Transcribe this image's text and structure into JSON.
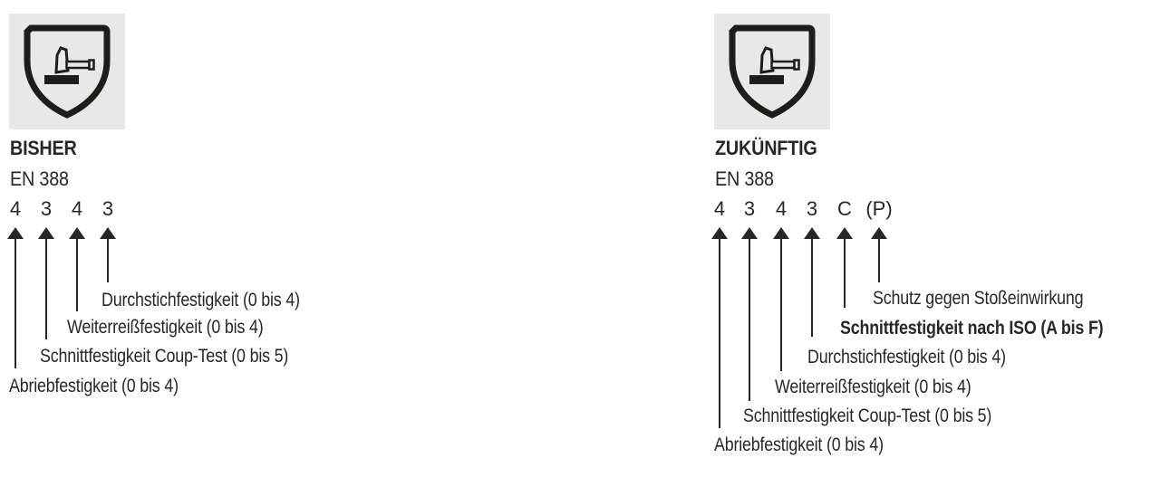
{
  "colors": {
    "page_background": "#ffffff",
    "pictogram_background": "#e8e8e8",
    "ink": "#272725"
  },
  "panels": [
    {
      "title": "BISHER",
      "standard": "EN 388",
      "pictogram": "shield-with-hammer",
      "codes": [
        "4",
        "3",
        "4",
        "3"
      ],
      "labels": [
        {
          "text": "Durchstichfestigkeit (0 bis 4)",
          "bold": false
        },
        {
          "text": "Weiterreißfestigkeit (0 bis 4)",
          "bold": false
        },
        {
          "text": "Schnittfestigkeit Coup-Test (0 bis 5)",
          "bold": false
        },
        {
          "text": "Abriebfestigkeit (0 bis 4)",
          "bold": false
        }
      ]
    },
    {
      "title": "ZUKÜNFTIG",
      "standard": "EN 388",
      "pictogram": "shield-with-hammer",
      "codes": [
        "4",
        "3",
        "4",
        "3",
        "C",
        "(P)"
      ],
      "labels": [
        {
          "text": "Schutz gegen Stoßeinwirkung",
          "bold": false
        },
        {
          "text": "Schnittfestigkeit nach ISO (A bis F)",
          "bold": true
        },
        {
          "text": "Durchstichfestigkeit (0 bis 4)",
          "bold": false
        },
        {
          "text": "Weiterreißfestigkeit (0 bis 4)",
          "bold": false
        },
        {
          "text": "Schnittfestigkeit Coup-Test (0 bis 5)",
          "bold": false
        },
        {
          "text": "Abriebfestigkeit (0 bis 4)",
          "bold": false
        }
      ]
    }
  ]
}
